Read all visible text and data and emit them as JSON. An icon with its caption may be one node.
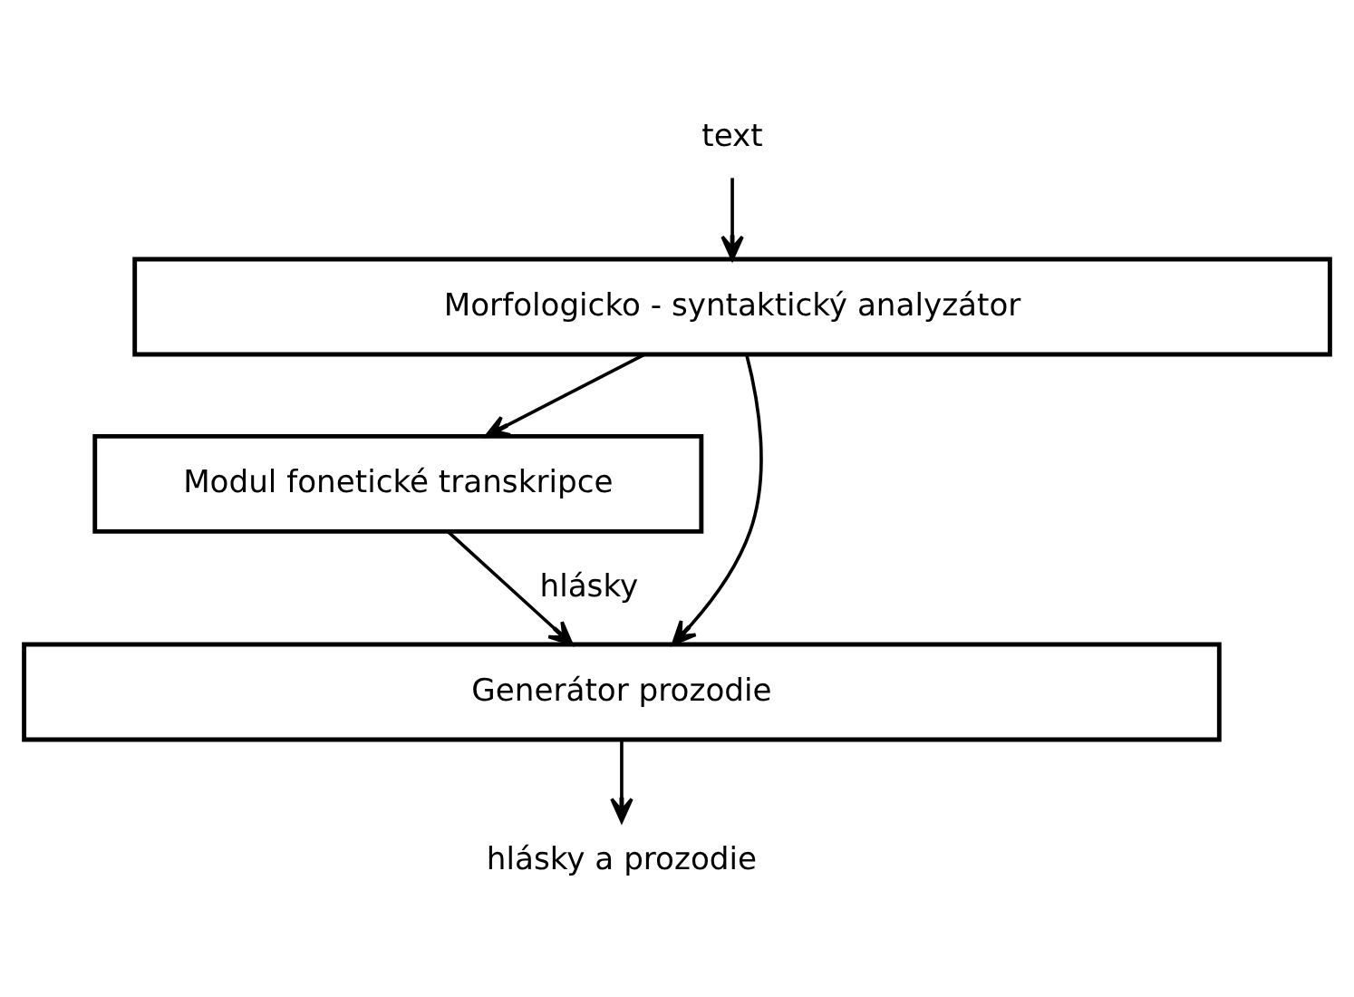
{
  "diagram": {
    "nodes": [
      {
        "text": [
          "text"
        ]
      },
      {
        "text": [
          "Morfologicko - syntaktický analyzátor"
        ]
      },
      {
        "text": [
          "Modul fonetické transkripce"
        ]
      },
      {
        "text": [
          "Generátor prozodie"
        ]
      },
      {
        "text": [
          "hlásky a prozodie"
        ]
      }
    ],
    "edges": [
      {
        "from": 0,
        "to": 1,
        "arrow": "to"
      },
      {
        "from": 1,
        "to": 2,
        "arrow": "to"
      },
      {
        "from": 2,
        "to": 3,
        "arrow": "to",
        "label": "hlásky"
      },
      {
        "from": 1,
        "to": 3,
        "arrow": "to"
      },
      {
        "from": 3,
        "to": 4,
        "arrow": "to"
      }
    ]
  }
}
